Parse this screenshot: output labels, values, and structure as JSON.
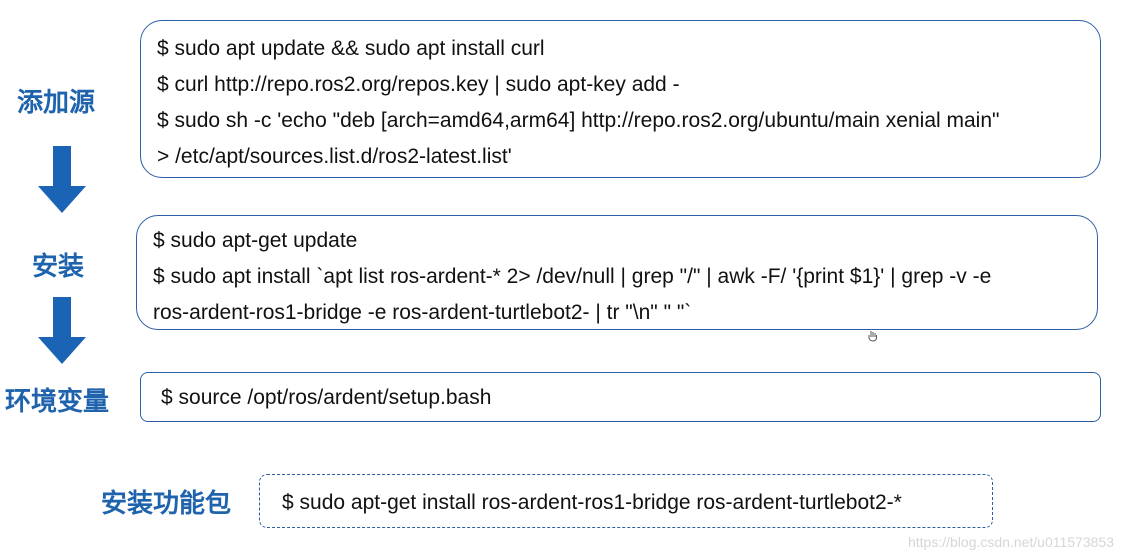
{
  "steps": {
    "add_source": {
      "label": "添加源",
      "lines": [
        "$ sudo apt update && sudo apt install curl",
        "$ curl http://repo.ros2.org/repos.key | sudo apt-key add -",
        "$ sudo sh -c 'echo \"deb [arch=amd64,arm64] http://repo.ros2.org/ubuntu/main xenial main\"",
        "> /etc/apt/sources.list.d/ros2-latest.list'"
      ]
    },
    "install": {
      "label": "安装",
      "lines": [
        "$ sudo apt-get update",
        "$ sudo apt install `apt list ros-ardent-* 2> /dev/null | grep \"/\" | awk -F/ '{print $1}' | grep -v -e",
        "ros-ardent-ros1-bridge -e ros-ardent-turtlebot2- | tr \"\\n\" \" \"`"
      ]
    },
    "environment": {
      "label": "环境变量",
      "lines": [
        "$ source /opt/ros/ardent/setup.bash"
      ]
    },
    "feature_packages": {
      "label": "安装功能包",
      "lines": [
        "$ sudo apt-get install ros-ardent-ros1-bridge ros-ardent-turtlebot2-*"
      ]
    }
  },
  "icons": {
    "down_arrow": "down-arrow-icon",
    "cursor": "hand-cursor-icon"
  },
  "colors": {
    "label_blue": "#1f63ad",
    "arrow_blue": "#1b64b5",
    "border_blue": "#2e5fa6",
    "watermark_gray": "#d6d6d6"
  },
  "watermark": "https://blog.csdn.net/u011573853"
}
